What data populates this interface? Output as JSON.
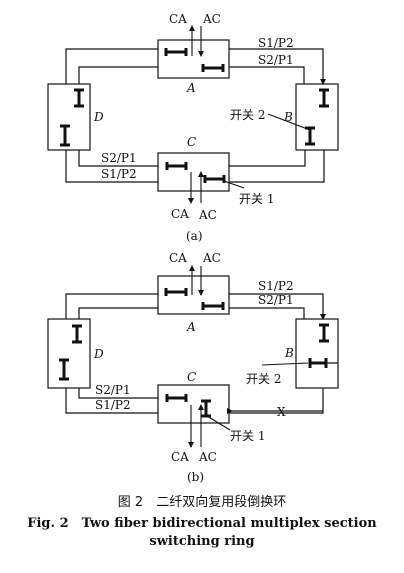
{
  "panel_a": {
    "label": "(a)",
    "ca": "CA",
    "ac": "AC",
    "ca_bottom": "CA",
    "ac_bottom": "AC",
    "fiber_top_outer": "S1/P2",
    "fiber_top_inner": "S2/P1",
    "fiber_bottom_outer": "S2/P1",
    "fiber_bottom_inner": "S1/P2",
    "node_a": "A",
    "node_b": "B",
    "node_c": "C",
    "node_d": "D",
    "switch1": "开关 1",
    "switch2": "开关 2"
  },
  "panel_b": {
    "label": "(b)",
    "ca": "CA",
    "ac": "AC",
    "ca_bottom": "CA",
    "ac_bottom": "AC",
    "fiber_top_outer": "S1/P2",
    "fiber_top_inner": "S2/P1",
    "fiber_bottom_outer": "S2/P1",
    "fiber_bottom_inner": "S1/P2",
    "node_a": "A",
    "node_b": "B",
    "node_c": "C",
    "node_d": "D",
    "switch1": "开关 1",
    "switch2": "开关 2",
    "break_mark": "X"
  },
  "caption": {
    "cn": "图 2　二纤双向复用段倒换环",
    "en_line1": "Fig. 2　Two fiber bidirectional multiplex section",
    "en_line2": "switching ring"
  }
}
